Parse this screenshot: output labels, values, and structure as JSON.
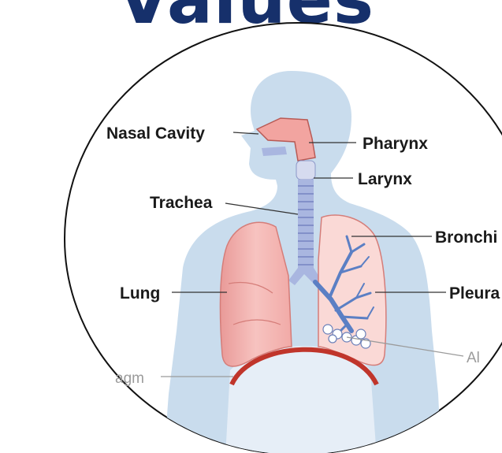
{
  "title": "Values",
  "labels": {
    "nasal_cavity": "Nasal Cavity",
    "pharynx": "Pharynx",
    "larynx": "Larynx",
    "trachea": "Trachea",
    "bronchi": "Bronchi",
    "lung": "Lung",
    "pleura": "Pleura",
    "alveoli": "Al",
    "diaphragm": "agm"
  },
  "colors": {
    "title": "#16306b",
    "body": "#c9dced",
    "lung": "#f3b6b3",
    "diaphragm": "#c0352b",
    "airway": "#a9b6e0",
    "bronchi": "#5b7fc4"
  }
}
